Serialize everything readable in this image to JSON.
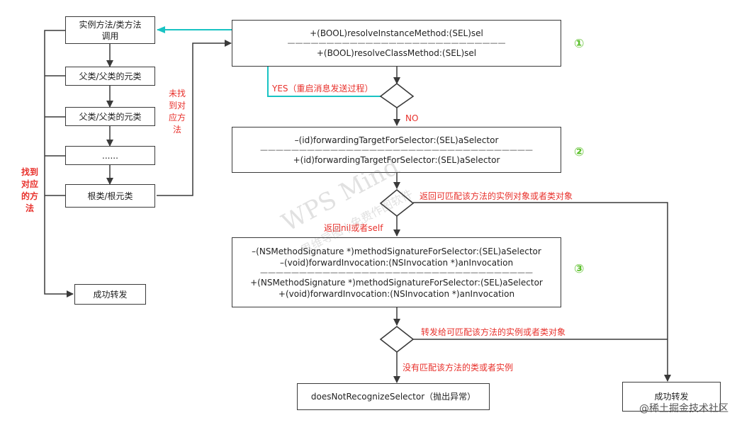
{
  "left_column": {
    "start_box": [
      "实例方法/类方法",
      "调用"
    ],
    "parent_box_1": "父类/父类的元类",
    "parent_box_2": "父类/父类的元类",
    "ellipsis_box": "......",
    "root_box": "根类/根元类",
    "success_box": "成功转发",
    "found_label": "找到对应的方法",
    "not_found_label": "未找到对应方法"
  },
  "stage1": {
    "number": "①",
    "line1": "+(BOOL)resolveInstanceMethod:(SEL)sel",
    "separator": "————————————————————————————",
    "line2": "+(BOOL)resolveClassMethod:(SEL)sel",
    "yes_label": "YES（重启消息发送过程）",
    "no_label": "NO"
  },
  "stage2": {
    "number": "②",
    "line1": "–(id)forwardingTargetForSelector:(SEL)aSelector",
    "separator": "———————————————————————————————————",
    "line2": "+(id)forwardingTargetForSelector:(SEL)aSelector",
    "return_object_label": "返回可匹配该方法的实例对象或者类对象",
    "return_nil_label": "返回nil或者self"
  },
  "stage3": {
    "number": "③",
    "line1": "–(NSMethodSignature *)methodSignatureForSelector:(SEL)aSelector",
    "line2": "–(void)forwardInvocation:(NSInvocation *)anInvocation",
    "separator": "———————————————————————————————————",
    "line3": "+(NSMethodSignature *)methodSignatureForSelector:(SEL)aSelector",
    "line4": "+(void)forwardInvocation:(NSInvocation *)anInvocation",
    "forward_label": "转发给可匹配该方法的实例或者类对象",
    "no_match_label": "没有匹配该方法的类或者实例"
  },
  "end": {
    "does_not_recognize": "doesNotRecognizeSelector（抛出异常）",
    "success_box": "成功转发"
  },
  "watermark": {
    "text1": "WPS Mind",
    "text2": "思维导图 | 免费作图软件"
  },
  "footer": "@稀土掘金技术社区",
  "colors": {
    "line": "#3a3a3a",
    "highlight_arrow": "#19c3c3",
    "label_red": "#e8312c",
    "number_green": "#5bbf2a"
  }
}
